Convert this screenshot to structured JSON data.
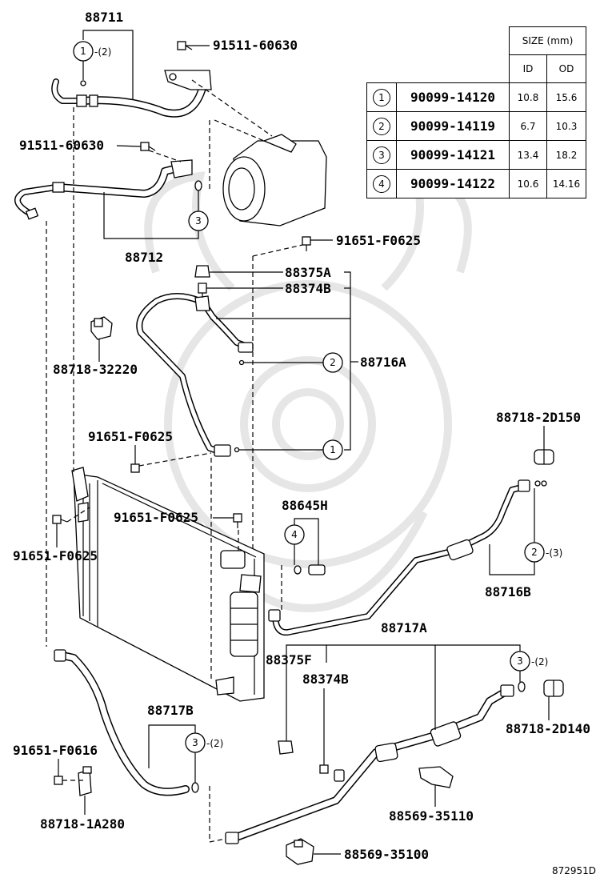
{
  "diagram_code": "872951D",
  "size_table": {
    "header": "SIZE (mm)",
    "col_id": "ID",
    "col_od": "OD",
    "rows": [
      {
        "ref": "1",
        "part": "90099-14120",
        "id": "10.8",
        "od": "15.6"
      },
      {
        "ref": "2",
        "part": "90099-14119",
        "id": "6.7",
        "od": "10.3"
      },
      {
        "ref": "3",
        "part": "90099-14121",
        "id": "13.4",
        "od": "18.2"
      },
      {
        "ref": "4",
        "part": "90099-14122",
        "id": "10.6",
        "od": "14.16"
      }
    ]
  },
  "labels": {
    "p88711": "88711",
    "p91511_top": "91511-60630",
    "p91511_mid": "91511-60630",
    "p88712": "88712",
    "p91651_r": "91651-F0625",
    "p88375A": "88375A",
    "p88374B": "88374B",
    "p88716A": "88716A",
    "p88718_32220": "88718-32220",
    "p91651_a": "91651-F0625",
    "p88718_2D150": "88718-2D150",
    "p88645H": "88645H",
    "p91651_b": "91651-F0625",
    "p91651_c": "91651-F0625",
    "p88716B": "88716B",
    "p88717A": "88717A",
    "p88375F": "88375F",
    "p88374B_low": "88374B",
    "p88718_2D140": "88718-2D140",
    "p88717B": "88717B",
    "p91651_F0616": "91651-F0616",
    "p88718_1A280": "88718-1A280",
    "p88569_35110": "88569-35110",
    "p88569_35100": "88569-35100"
  },
  "callouts": {
    "c88711": {
      "ref": "1",
      "qty": "-(2)"
    },
    "c88712": {
      "ref": "3"
    },
    "c88716A_2": {
      "ref": "2"
    },
    "c88716A_1": {
      "ref": "1"
    },
    "c88645H": {
      "ref": "4"
    },
    "c88716B": {
      "ref": "2",
      "qty": "-(3)"
    },
    "c88717A": {
      "ref": "3",
      "qty": "-(2)"
    },
    "c88717B": {
      "ref": "3",
      "qty": "-(2)"
    }
  }
}
